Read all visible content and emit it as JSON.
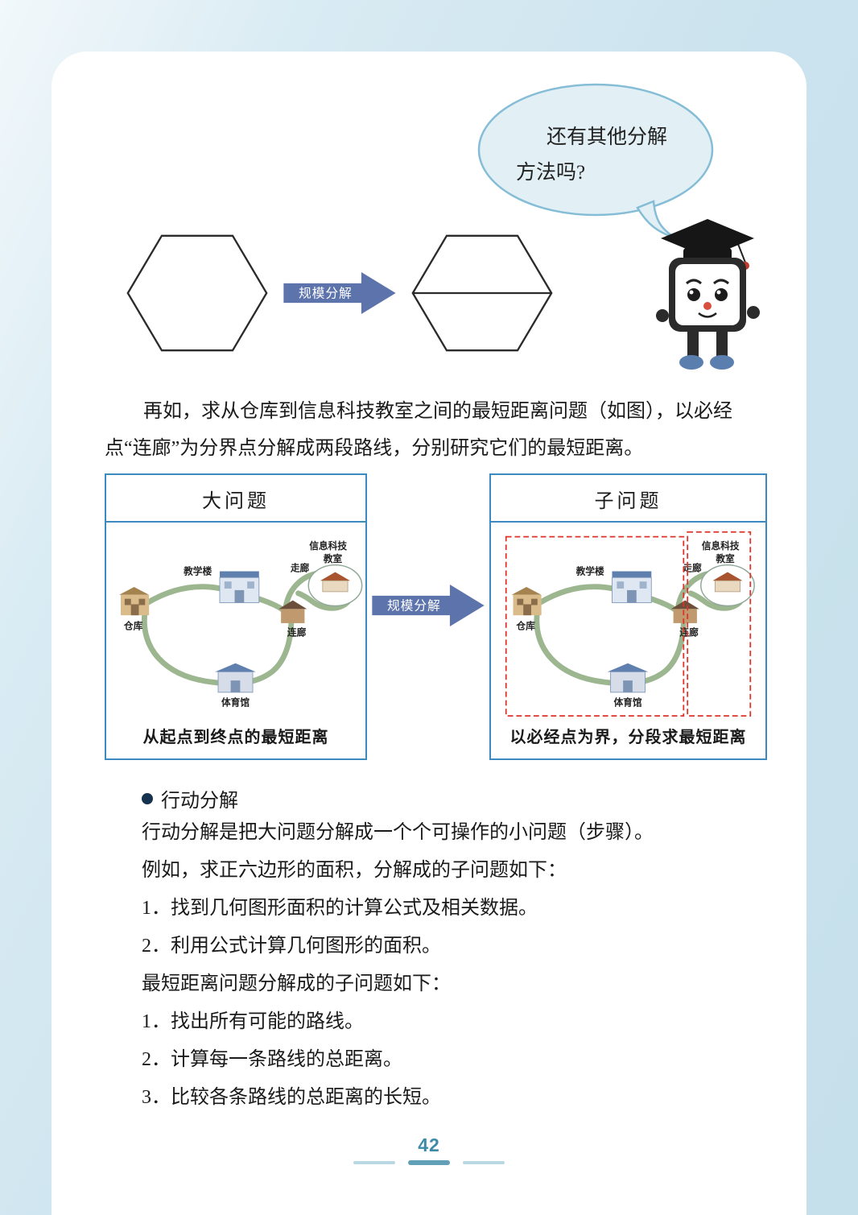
{
  "speech_bubble": {
    "line1": "还有其他分解",
    "line2": "方法吗?"
  },
  "hex_diagram": {
    "arrow_label": "规模分解"
  },
  "intro_paragraph": {
    "line1": "再如，求从仓库到信息科技教室之间的最短距离问题（如图），以必经",
    "line2": "点“连廊”为分界点分解成两段路线，分别研究它们的最短距离。"
  },
  "panels": {
    "left": {
      "title": "大问题",
      "caption": "从起点到终点的最短距离"
    },
    "arrow_label": "规模分解",
    "right": {
      "title": "子问题",
      "caption": "以必经点为界，分段求最短距离"
    }
  },
  "map_labels": {
    "it_classroom_line1": "信息科技",
    "it_classroom_line2": "教室",
    "corridor": "走廊",
    "teaching_building": "教学楼",
    "warehouse": "仓库",
    "connecting_corridor": "连廊",
    "gym": "体育馆"
  },
  "action_section": {
    "bullet_title": "行动分解",
    "lines": [
      "行动分解是把大问题分解成一个个可操作的小问题（步骤）。",
      "例如，求正六边形的面积，分解成的子问题如下：",
      "1．找到几何图形面积的计算公式及相关数据。",
      "2．利用公式计算几何图形的面积。",
      "最短距离问题分解成的子问题如下：",
      "1．找出所有可能的路线。",
      "2．计算每一条路线的总距离。",
      "3．比较各条路线的总距离的长短。"
    ]
  },
  "footer": {
    "page_number": "42"
  },
  "colors": {
    "panel_border": "#3d8ac0",
    "arrow_fill": "#5d73ac",
    "route_green": "#9cb690",
    "dashed_red": "#e03128",
    "page_number": "#3e8ba8"
  }
}
